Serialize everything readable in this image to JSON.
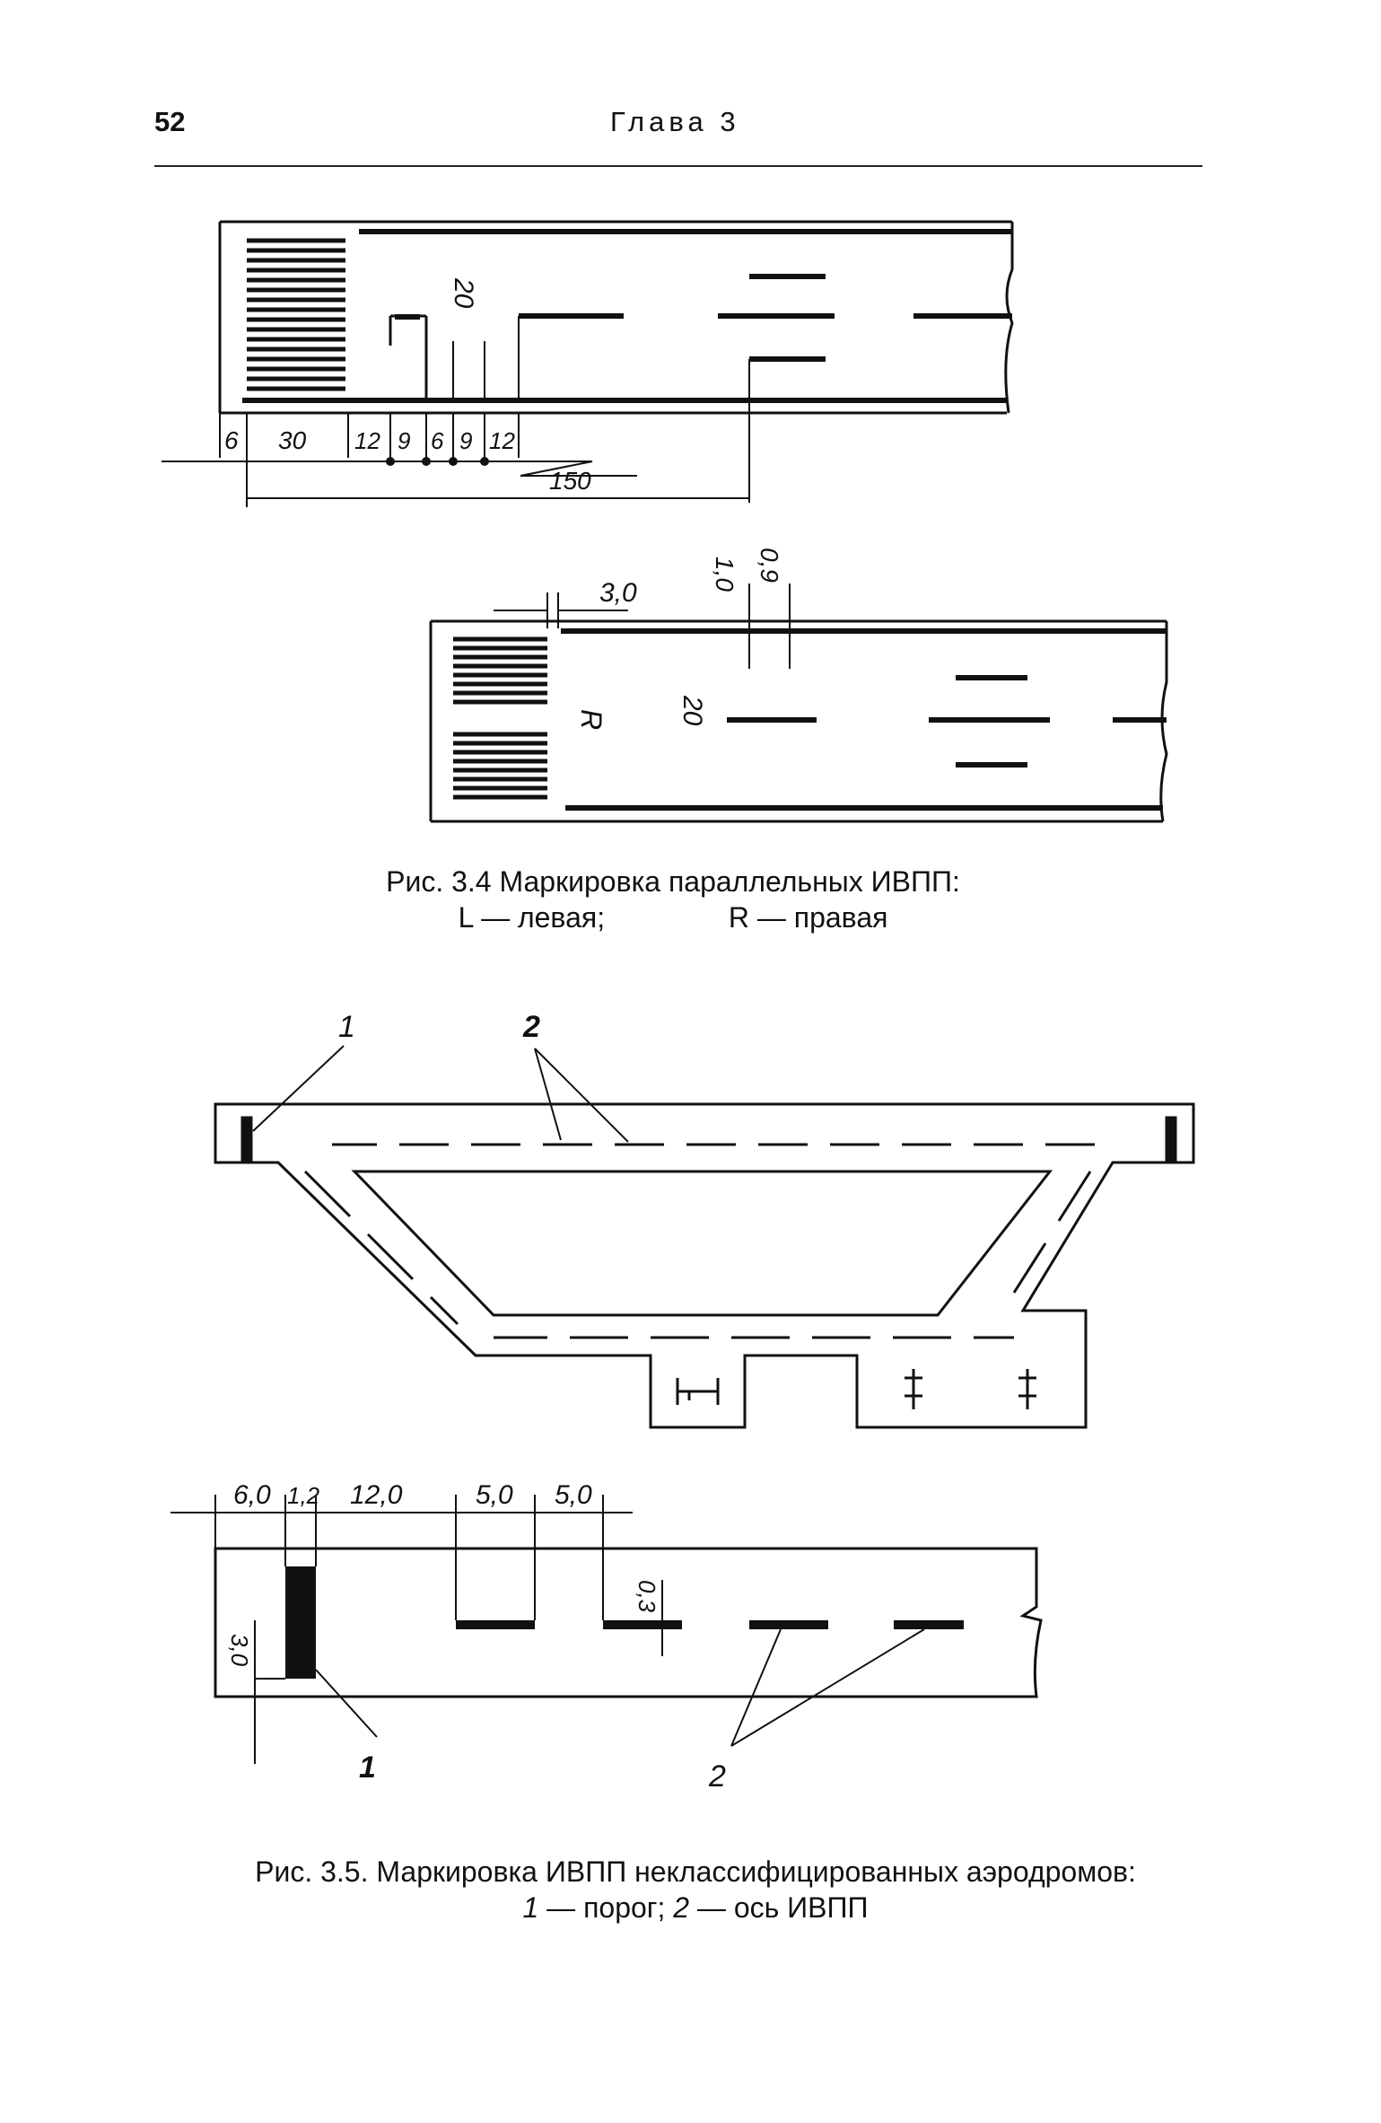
{
  "header": {
    "page_number": "52",
    "running_head": "Глава 3"
  },
  "figure_3_4": {
    "left_runway": {
      "number_marking": "20",
      "dimensions": [
        "6",
        "30",
        "12",
        "9",
        "6",
        "9",
        "12",
        "150"
      ]
    },
    "right_runway": {
      "letter_marking": "R",
      "number_marking": "20",
      "dimensions": [
        "3,0",
        "1,0",
        "0,9"
      ]
    },
    "caption": {
      "line1": "Рис. 3.4 Маркировка параллельных ИВПП:",
      "line2_left": "L — левая;",
      "line2_right": "R — правая"
    }
  },
  "figure_3_5": {
    "callouts": [
      "1",
      "2"
    ],
    "detail_dimensions": [
      "6,0",
      "1,2",
      "12,0",
      "5,0",
      "5,0",
      "0,3",
      "3,0"
    ],
    "detail_callouts": [
      "1",
      "2"
    ],
    "caption": {
      "line1": "Рис. 3.5. Маркировка ИВПП неклассифицированных аэродромов:",
      "line2_prefix_1": "1",
      "line2_text_1": " — порог; ",
      "line2_prefix_2": "2",
      "line2_text_2": " — ось ИВПП"
    }
  }
}
